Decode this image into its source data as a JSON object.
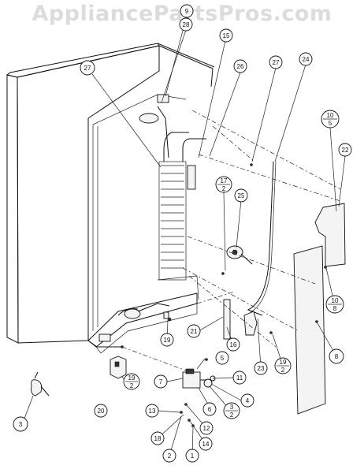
{
  "watermark": "AppliancePartsPros.com",
  "callouts": [
    {
      "id": "c-9",
      "label": "9"
    },
    {
      "id": "c-28",
      "label": "28"
    },
    {
      "id": "c-15",
      "label": "15"
    },
    {
      "id": "c-27a",
      "label": "27"
    },
    {
      "id": "c-26",
      "label": "26"
    },
    {
      "id": "c-27b",
      "label": "27"
    },
    {
      "id": "c-24",
      "label": "24"
    },
    {
      "id": "c-10-5",
      "top": "10",
      "bottom": "5"
    },
    {
      "id": "c-22",
      "label": "22"
    },
    {
      "id": "c-17-2",
      "top": "17",
      "bottom": "2"
    },
    {
      "id": "c-25",
      "label": "25"
    },
    {
      "id": "c-10-8",
      "top": "10",
      "bottom": "8"
    },
    {
      "id": "c-21",
      "label": "21"
    },
    {
      "id": "c-16",
      "label": "16"
    },
    {
      "id": "c-19",
      "label": "19"
    },
    {
      "id": "c-5",
      "label": "5"
    },
    {
      "id": "c-23",
      "label": "23"
    },
    {
      "id": "c-19-2a",
      "top": "19",
      "bottom": "2"
    },
    {
      "id": "c-8",
      "label": "8"
    },
    {
      "id": "c-7",
      "label": "7"
    },
    {
      "id": "c-11",
      "label": "11"
    },
    {
      "id": "c-4",
      "label": "4"
    },
    {
      "id": "c-6",
      "label": "6"
    },
    {
      "id": "c-3-2",
      "top": "3",
      "bottom": "2"
    },
    {
      "id": "c-19-2b",
      "top": "19",
      "bottom": "2"
    },
    {
      "id": "c-20",
      "label": "20"
    },
    {
      "id": "c-13",
      "label": "13"
    },
    {
      "id": "c-12",
      "label": "12"
    },
    {
      "id": "c-18",
      "label": "18"
    },
    {
      "id": "c-14",
      "label": "14"
    },
    {
      "id": "c-2",
      "label": "2"
    },
    {
      "id": "c-1",
      "label": "1"
    },
    {
      "id": "c-3",
      "label": "3"
    }
  ]
}
